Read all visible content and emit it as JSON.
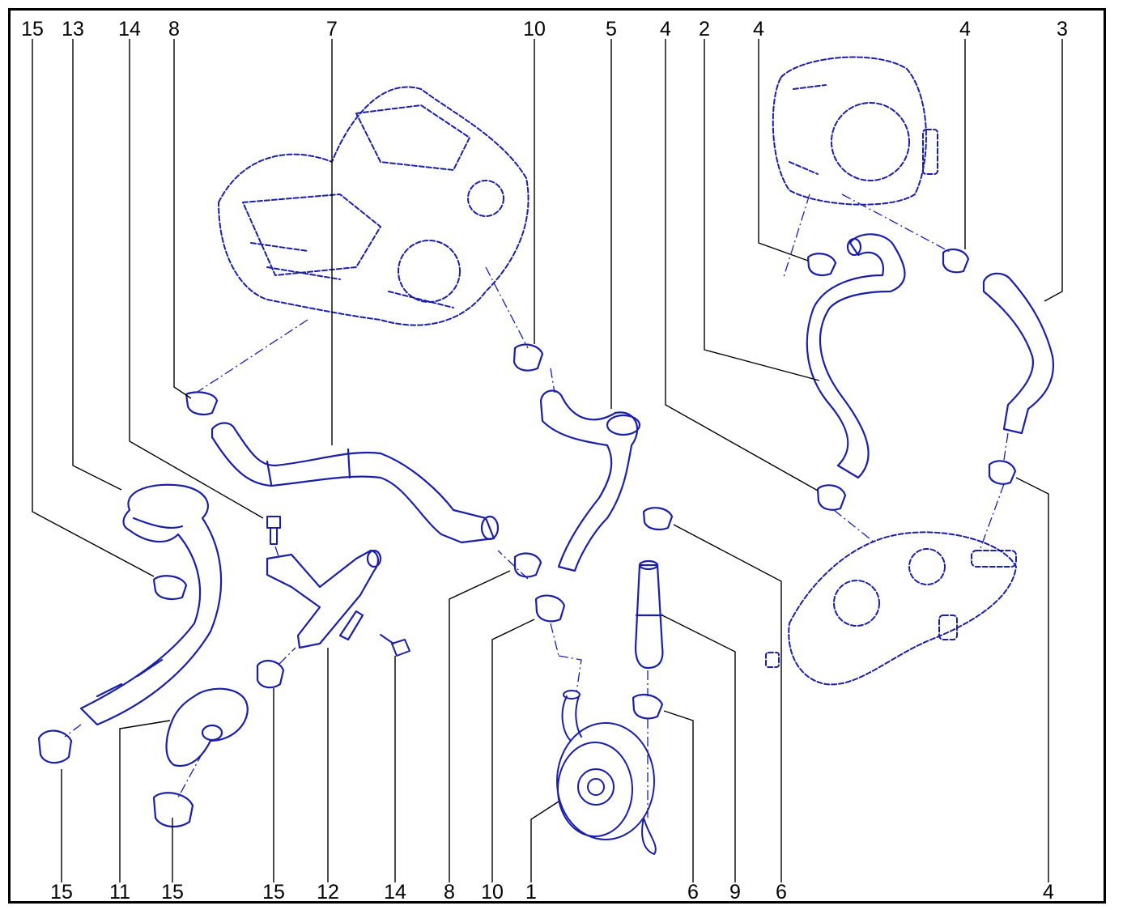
{
  "diagram": {
    "colors": {
      "ink": "#1a1fa8",
      "leader": "#000000",
      "frame": "#000000"
    },
    "top_callouts": [
      "15",
      "13",
      "14",
      "8",
      "7",
      "10",
      "5",
      "4",
      "2",
      "4",
      "4",
      "3"
    ],
    "bottom_callouts": [
      "15",
      "11",
      "15",
      "15",
      "12",
      "14",
      "8",
      "10",
      "1",
      "6",
      "9",
      "6",
      "4"
    ]
  }
}
